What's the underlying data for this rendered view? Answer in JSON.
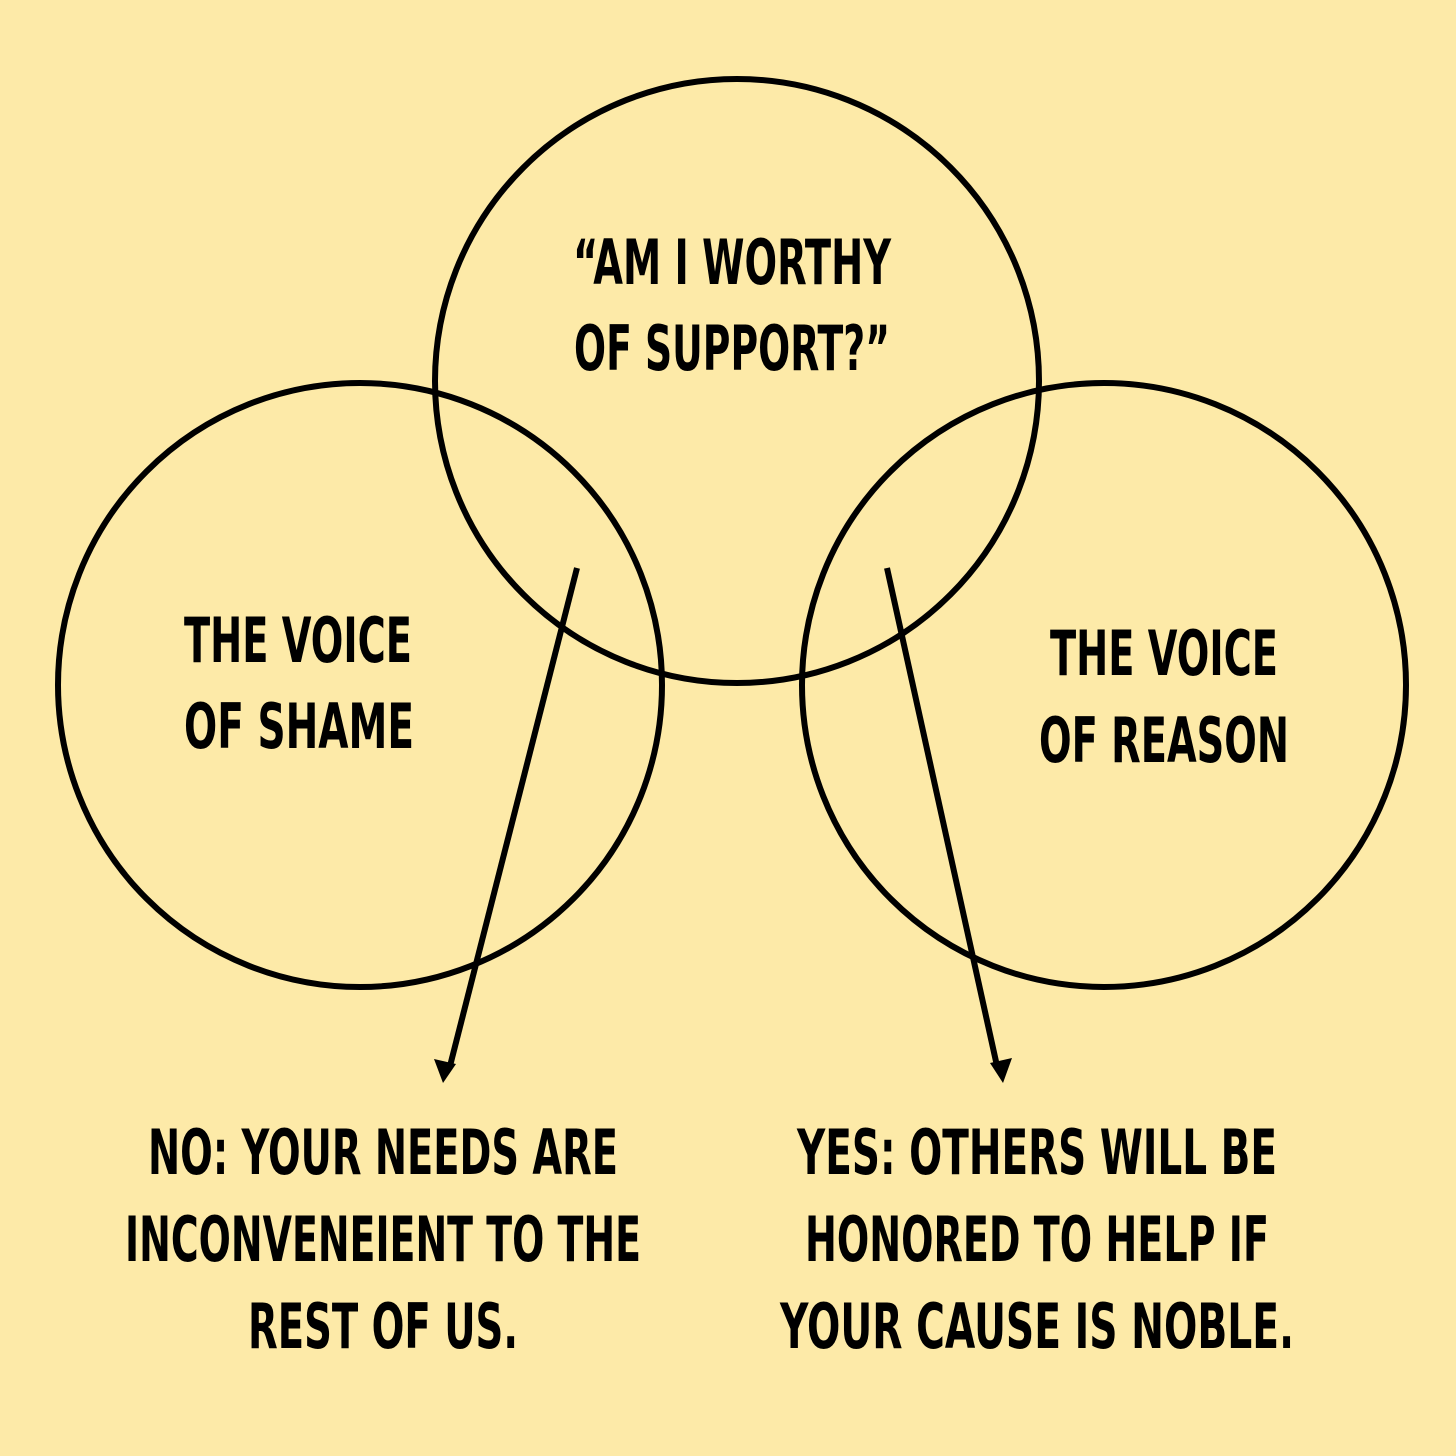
{
  "colors": {
    "background": "#FDEAA8",
    "ink": "#000000"
  },
  "question": {
    "line1": "“AM I WORTHY",
    "line2": "OF SUPPORT?”"
  },
  "shame": {
    "line1": "THE VOICE",
    "line2": "OF SHAME"
  },
  "reason": {
    "line1": "THE VOICE",
    "line2": "OF REASON"
  },
  "no_answer": {
    "line1": "NO: YOUR NEEDS ARE",
    "line2": "INCONVENEIENT TO THE",
    "line3": "REST OF US."
  },
  "yes_answer": {
    "line1": "YES: OTHERS WILL BE",
    "line2": "HONORED TO HELP IF",
    "line3": "YOUR CAUSE IS NOBLE."
  }
}
